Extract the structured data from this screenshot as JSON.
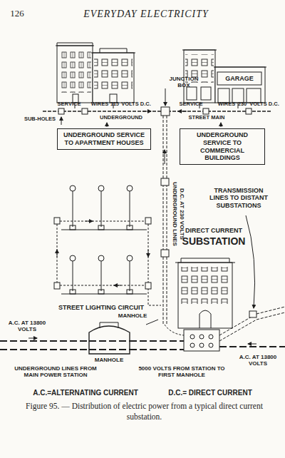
{
  "diagram": {
    "caption": "Figure 95. — Distribution of electric power from a typical direct current substation.",
    "nodes": [
      {
        "text": [
          "UNDERGROUND SERVICE TO APARTMENT HOUSES"
        ]
      },
      {
        "text": [
          "UNDERGROUND SERVICE TO COMMERCIAL BUILDINGS"
        ]
      }
    ],
    "labels": [
      "126",
      "EVERYDAY ELECTRICITY",
      "JUNCTION BOX",
      "SERVICE",
      "WIRES",
      "115",
      "VOLTS D.C.",
      "SERVICE",
      "WIRES",
      "230",
      "VOLTS D.C.",
      "SUB-HOLES",
      "UNDERGROUND",
      "STREET MAIN",
      "GARAGE",
      "UNDERGROUND LINES",
      "D.C. AT 230 VOLTS",
      "DIRECT CURRENT",
      "SUBSTATION",
      "STREET LIGHTING CIRCUIT",
      "MANHOLE",
      "A.C. AT 13800 VOLTS",
      "MANHOLE",
      "UNDERGROUND LINES FROM MAIN POWER STATION",
      "5000 VOLTS FROM STATION TO FIRST MANHOLE",
      "A.C. AT 13800 VOLTS",
      "A.C.=ALTERNATING CURRENT",
      "D.C.= DIRECT CURRENT",
      "TRANSMISSION LINES TO DISTANT SUBSTATIONS"
    ]
  }
}
